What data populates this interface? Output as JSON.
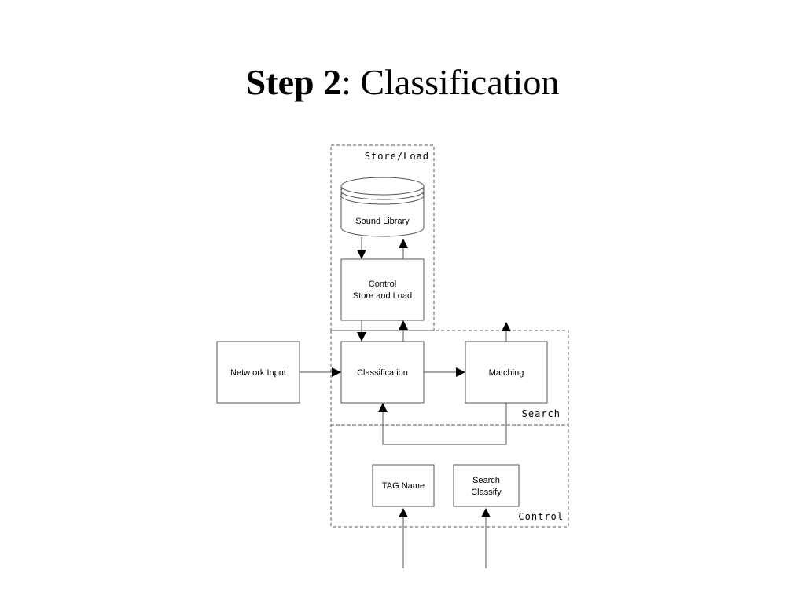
{
  "slide": {
    "title_bold": "Step 2",
    "title_rest": ": Classification"
  },
  "groups": {
    "store_load": "Store/Load",
    "search": "Search",
    "control": "Control"
  },
  "nodes": {
    "sound_library": "Sound Library",
    "control_store_load": [
      "Control",
      "Store and Load"
    ],
    "network_input": "Netw ork Input",
    "classification": "Classification",
    "matching": "Matching",
    "tag_name": "TAG Name",
    "search_classify": [
      "Search",
      "Classify"
    ]
  },
  "colors": {
    "line": "#555555",
    "arrow": "#000000",
    "background": "#ffffff"
  }
}
